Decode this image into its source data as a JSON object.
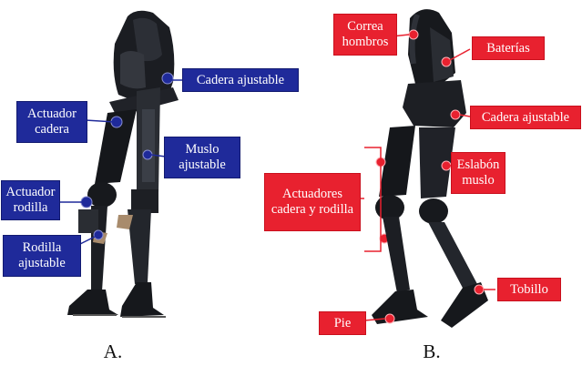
{
  "figure_a": {
    "caption": "A.",
    "labels": {
      "hip_adjustable": "Cadera ajustable",
      "hip_actuator": "Actuador cadera",
      "thigh_adjustable": "Muslo ajustable",
      "knee_actuator": "Actuador rodilla",
      "knee_adjustable": "Rodilla ajustable"
    },
    "label_color": "#1f2a9a"
  },
  "figure_b": {
    "caption": "B.",
    "labels": {
      "shoulder_strap": "Correa hombros",
      "batteries": "Baterías",
      "hip_adjustable": "Cadera ajustable",
      "thigh_link": "Eslabón muslo",
      "hip_knee_actuators": "Actuadores cadera y rodilla",
      "ankle": "Tobillo",
      "foot": "Pie"
    },
    "label_color": "#e8212f"
  }
}
